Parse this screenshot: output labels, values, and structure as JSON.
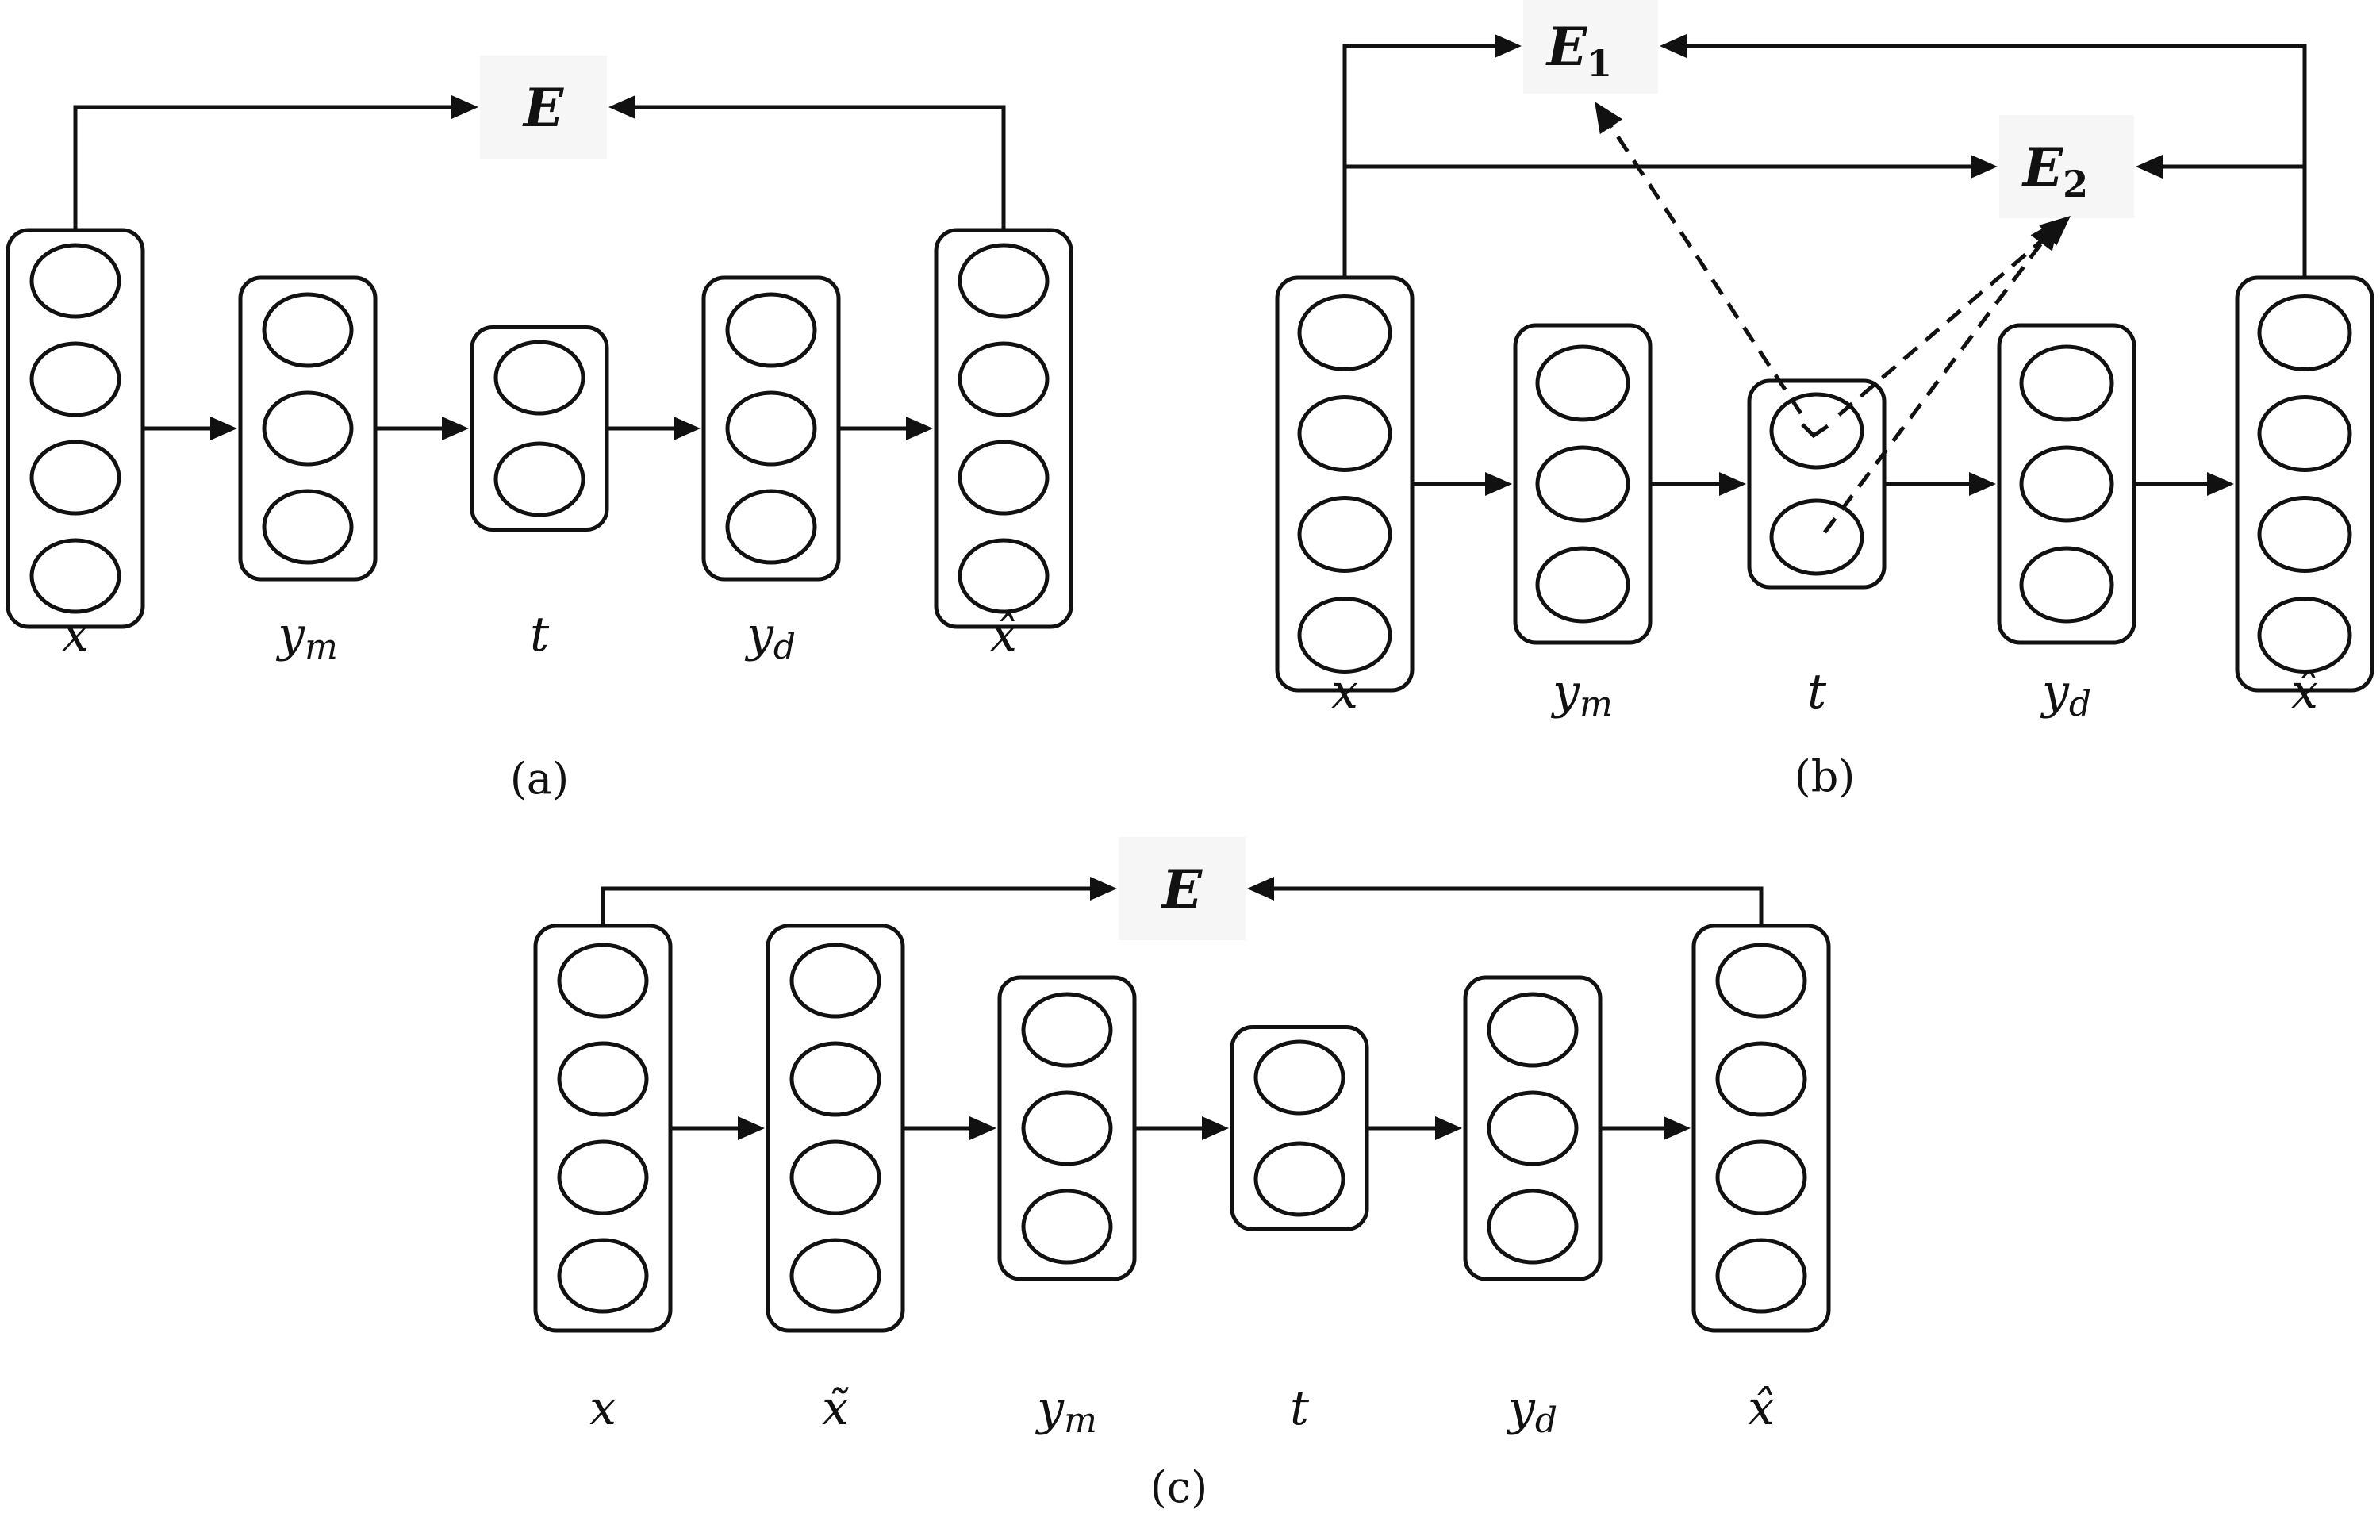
{
  "panels": [
    {
      "id": "a",
      "caption": "(a)",
      "layers": [
        {
          "label": "x",
          "nodes": 4
        },
        {
          "label": "ym",
          "nodes": 3
        },
        {
          "label": "t",
          "nodes": 2
        },
        {
          "label": "yd",
          "nodes": 3
        },
        {
          "label": "x̂",
          "nodes": 4
        }
      ],
      "errors": [
        {
          "label": "E",
          "sub": ""
        }
      ]
    },
    {
      "id": "b",
      "caption": "(b)",
      "layers": [
        {
          "label": "x",
          "nodes": 4
        },
        {
          "label": "ym",
          "nodes": 3
        },
        {
          "label": "t",
          "nodes": 2
        },
        {
          "label": "yd",
          "nodes": 3
        },
        {
          "label": "x̂",
          "nodes": 4
        }
      ],
      "errors": [
        {
          "label": "E",
          "sub": "1"
        },
        {
          "label": "E",
          "sub": "2"
        }
      ]
    },
    {
      "id": "c",
      "caption": "(c)",
      "layers": [
        {
          "label": "x",
          "nodes": 4
        },
        {
          "label": "x̃",
          "nodes": 4
        },
        {
          "label": "ym",
          "nodes": 3
        },
        {
          "label": "t",
          "nodes": 2
        },
        {
          "label": "yd",
          "nodes": 3
        },
        {
          "label": "x̂",
          "nodes": 4
        }
      ],
      "errors": [
        {
          "label": "E",
          "sub": ""
        }
      ]
    }
  ]
}
